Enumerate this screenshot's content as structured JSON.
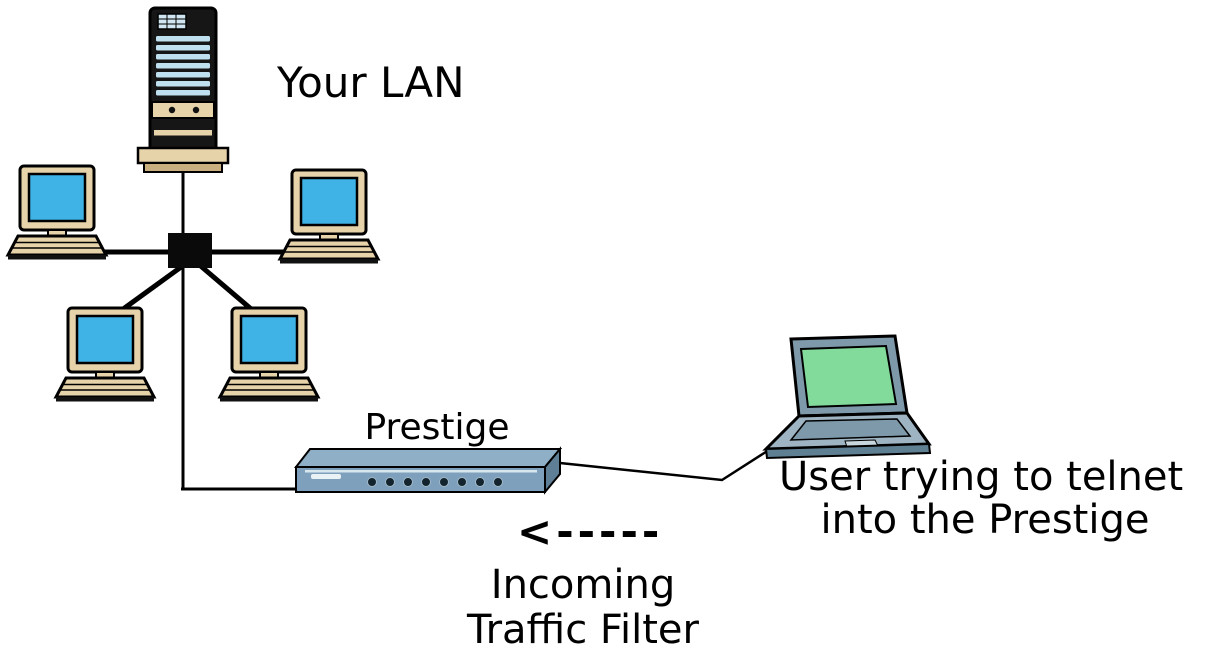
{
  "labels": {
    "lan": "Your LAN",
    "prestige": "Prestige",
    "user_line1": "User trying to telnet",
    "user_line2": "into the Prestige",
    "arrow": "<-----",
    "filter_line1": "Incoming",
    "filter_line2": "Traffic Filter"
  },
  "colors": {
    "background": "#FFFFFF",
    "outline": "#000000",
    "screen_blue": "#3FB3E6",
    "bezel_tan": "#E7D3AA",
    "router_blue": "#7FA0BC",
    "laptop_green": "#82DA9B",
    "laptop_gray": "#7E99AA"
  }
}
